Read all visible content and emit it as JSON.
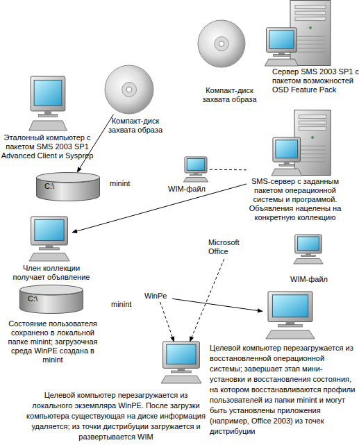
{
  "diagram": {
    "nodes": [
      {
        "text": [
          "Сервер SMS 2003 SP1 с пакетом возможностей OSD Feature Pack"
        ]
      },
      {
        "text": [
          "Компакт-диск захвата образа"
        ]
      },
      {
        "text": [
          "Компакт-диск захвата образа"
        ]
      },
      {
        "text": [
          "Эталонный компьютер с пакетом SMS 2003 SP1 Advanced Client и Sysprep"
        ]
      },
      {
        "text": [
          "C:\\",
          "minint"
        ]
      },
      {
        "text": [
          "WIM-файл"
        ]
      },
      {
        "text": [
          "SMS-сервер с заданным пакетом операционной системы и программой. Объявления нацелены на конкретную коллекцию"
        ]
      },
      {
        "text": [
          "Член коллекции получает объявление"
        ]
      },
      {
        "text": [
          "Microsoft Office"
        ]
      },
      {
        "text": [
          "WIM-файл"
        ]
      },
      {
        "text": [
          "C:\\",
          "minint",
          "Состояние пользователя сохранено в локальной папке minint; загрузочная среда WinPE создана в minint"
        ]
      },
      {
        "text": [
          "WinPe"
        ]
      },
      {
        "text": [
          "Целевой компьютер перезагружается из восстановленной операционной системы; завершает этап мини-установки и восстановления состояния, на котором восстанавливаются профили пользователей из папки minint и могут быть установлены приложения (например, Office 2003) из точек дистрибуции"
        ]
      },
      {
        "text": [
          "Целевой компьютер перезагружается из локального экземпляра WinPE. После загрузки компьютера существующая на диске информация удаляется; из точки дистрибуции загружается и развертывается WIM"
        ]
      }
    ],
    "edges": [
      {
        "from": 2,
        "to": 4,
        "arrow": "to"
      },
      {
        "from": 5,
        "to": 6,
        "arrow": "none"
      },
      {
        "from": 6,
        "to": 7,
        "arrow": "to"
      },
      {
        "from": 11,
        "to": 12,
        "arrow": "to"
      },
      {
        "from": 11,
        "to": 13,
        "arrow": "to"
      },
      {
        "from": 8,
        "to": 13,
        "arrow": "to"
      }
    ]
  }
}
